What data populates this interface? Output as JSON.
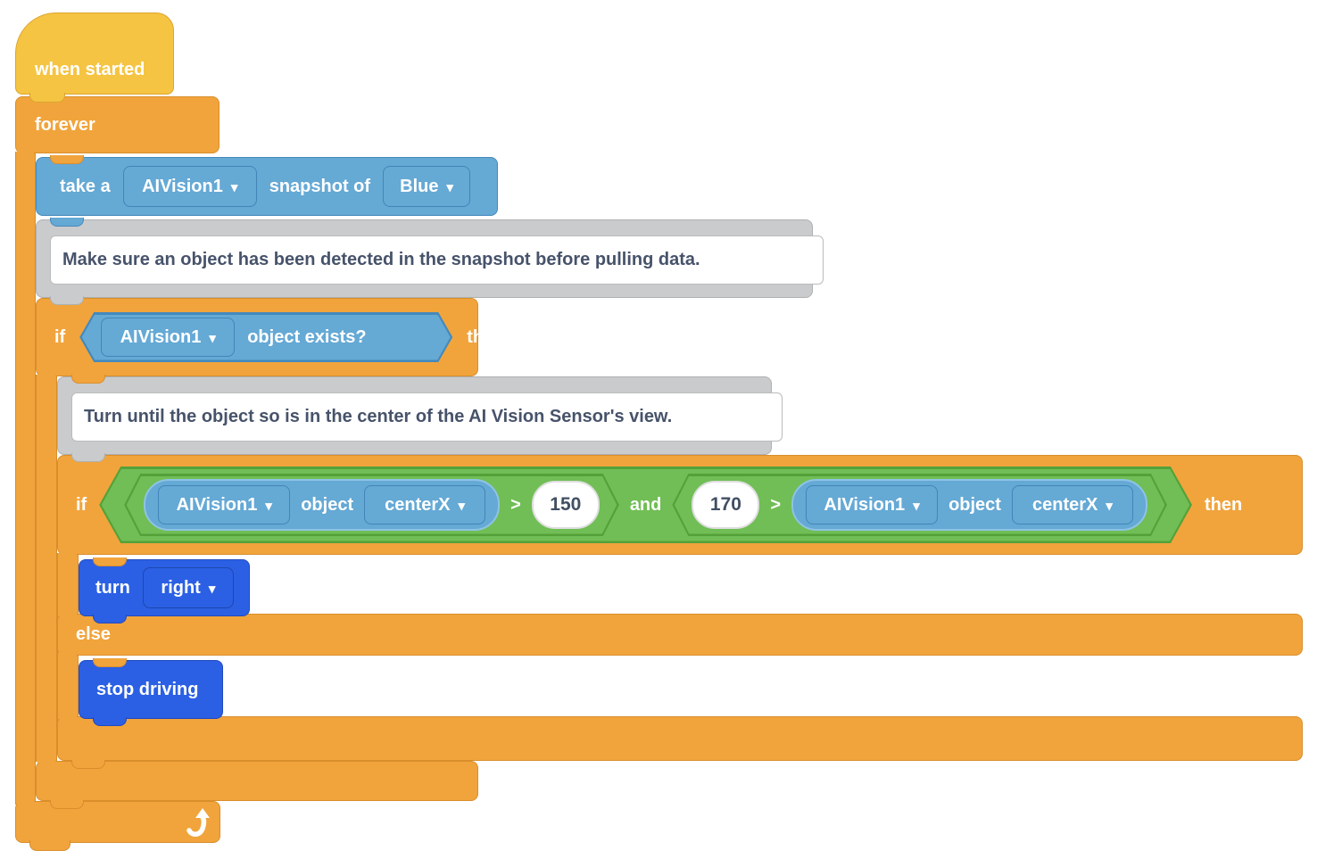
{
  "canvas": {
    "background": "#ffffff"
  },
  "colors": {
    "event_yellow": "#F5C442",
    "event_yellow_border": "#DCA52F",
    "control_orange": "#F1A43C",
    "control_orange_border": "#D98E2B",
    "sensing_blue": "#65A9D5",
    "sensing_blue_border": "#4489BC",
    "operator_green": "#70BE55",
    "operator_green_border": "#54A139",
    "drivetrain_blue": "#2B60E4",
    "drivetrain_blue_border": "#1E47AE",
    "comment_gray": "#C9CBCC",
    "comment_text": "#47536B",
    "value_text": "#414F63"
  },
  "icons": {
    "dropdown_arrow": "▾",
    "loop_arrow": "curved-repeat-arrow"
  },
  "blocks": {
    "when_started": {
      "label": "when started"
    },
    "forever": {
      "label": "forever"
    },
    "take_snapshot": {
      "text_start": "take a",
      "sensor": "AIVision1",
      "text_mid": "snapshot of",
      "signature": "Blue"
    },
    "comment_detect": {
      "text": "Make sure an object has been detected in the snapshot before pulling data."
    },
    "if_object_exists": {
      "keyword_if": "if",
      "sensor": "AIVision1",
      "condition": "object exists?",
      "keyword_then": "then"
    },
    "comment_turn": {
      "text": "Turn until the object so is in the center of the AI Vision Sensor's view."
    },
    "if_centered": {
      "keyword_if": "if",
      "keyword_then": "then",
      "keyword_else": "else",
      "keyword_and": "and",
      "left": {
        "sensor": "AIVision1",
        "word_object": "object",
        "property": "centerX",
        "operator": ">",
        "value": "150"
      },
      "right": {
        "value": "170",
        "operator": ">",
        "sensor": "AIVision1",
        "word_object": "object",
        "property": "centerX"
      }
    },
    "turn": {
      "label": "turn",
      "direction": "right"
    },
    "stop_driving": {
      "label": "stop driving"
    }
  }
}
